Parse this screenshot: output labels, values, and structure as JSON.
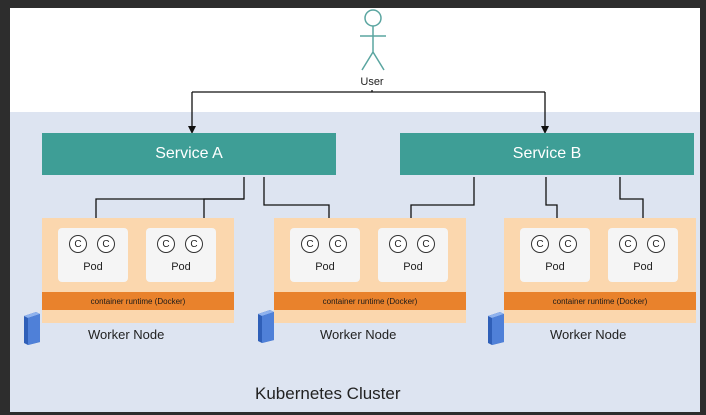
{
  "user_label": "User",
  "services": [
    "Service A",
    "Service B"
  ],
  "worker_nodes": [
    {
      "label": "Worker Node",
      "runtime": "container runtime (Docker)",
      "pods": [
        {
          "label": "Pod",
          "containers": [
            "C",
            "C"
          ]
        },
        {
          "label": "Pod",
          "containers": [
            "C",
            "C"
          ]
        }
      ]
    },
    {
      "label": "Worker Node",
      "runtime": "container runtime (Docker)",
      "pods": [
        {
          "label": "Pod",
          "containers": [
            "C",
            "C"
          ]
        },
        {
          "label": "Pod",
          "containers": [
            "C",
            "C"
          ]
        }
      ]
    },
    {
      "label": "Worker Node",
      "runtime": "container runtime (Docker)",
      "pods": [
        {
          "label": "Pod",
          "containers": [
            "C",
            "C"
          ]
        },
        {
          "label": "Pod",
          "containers": [
            "C",
            "C"
          ]
        }
      ]
    }
  ],
  "cluster_label": "Kubernetes Cluster",
  "colors": {
    "service": "#3e9e96",
    "node": "#fbd7ae",
    "runtime": "#e9822c",
    "cluster": "#dde4f1",
    "frame": "#2d2d2d"
  },
  "icons": [
    "user-stick-figure-icon",
    "server-icon"
  ]
}
